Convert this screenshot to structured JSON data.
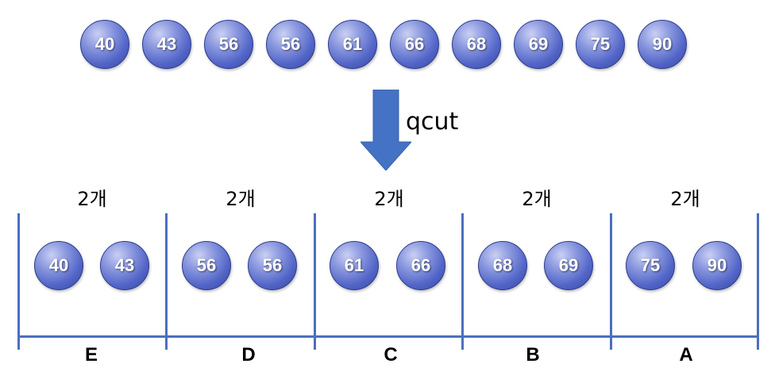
{
  "top_values": [
    "40",
    "43",
    "56",
    "56",
    "61",
    "66",
    "68",
    "69",
    "75",
    "90"
  ],
  "arrow_label": "qcut",
  "bins": [
    {
      "count": "2개",
      "values": [
        "40",
        "43"
      ],
      "grade": "E"
    },
    {
      "count": "2개",
      "values": [
        "56",
        "56"
      ],
      "grade": "D"
    },
    {
      "count": "2개",
      "values": [
        "61",
        "66"
      ],
      "grade": "C"
    },
    {
      "count": "2개",
      "values": [
        "68",
        "69"
      ],
      "grade": "B"
    },
    {
      "count": "2개",
      "values": [
        "75",
        "90"
      ],
      "grade": "A"
    }
  ],
  "colors": {
    "ball": "#5366c8",
    "arrow": "#4472c4",
    "divider": "#4a6fbf"
  }
}
